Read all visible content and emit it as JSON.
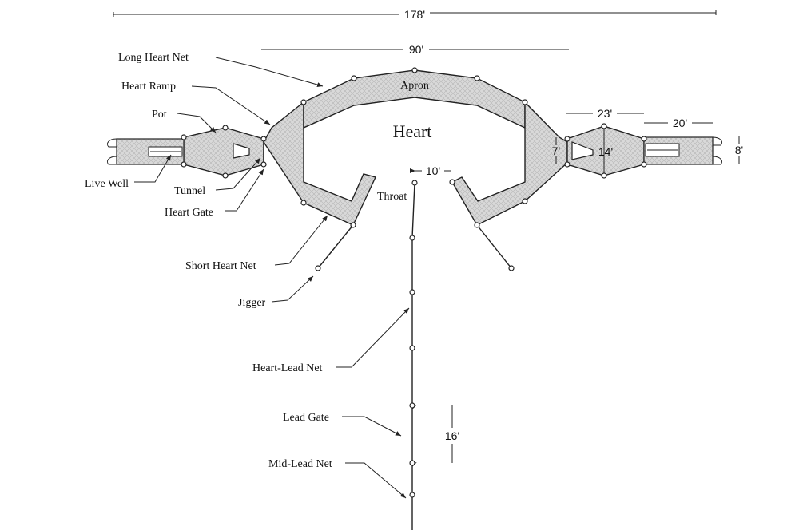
{
  "labels": {
    "heart": "Heart",
    "apron": "Apron",
    "throat": "Throat",
    "long_heart_net": "Long Heart Net",
    "heart_ramp": "Heart Ramp",
    "pot": "Pot",
    "live_well": "Live Well",
    "tunnel": "Tunnel",
    "heart_gate": "Heart Gate",
    "short_heart_net": "Short Heart Net",
    "jigger": "Jigger",
    "heart_lead_net": "Heart-Lead Net",
    "lead_gate": "Lead Gate",
    "mid_lead_net": "Mid-Lead Net"
  },
  "dimensions": {
    "total_width": "178'",
    "apron_width": "90'",
    "throat_gap": "10'",
    "pot_length": "23'",
    "live_well_length": "20'",
    "tunnel_opening": "7'",
    "pot_width": "14'",
    "live_well_width": "8'",
    "lead_gate_length": "16'"
  },
  "colors": {
    "line": "#222222",
    "net_fill": "#d9d9d9"
  }
}
